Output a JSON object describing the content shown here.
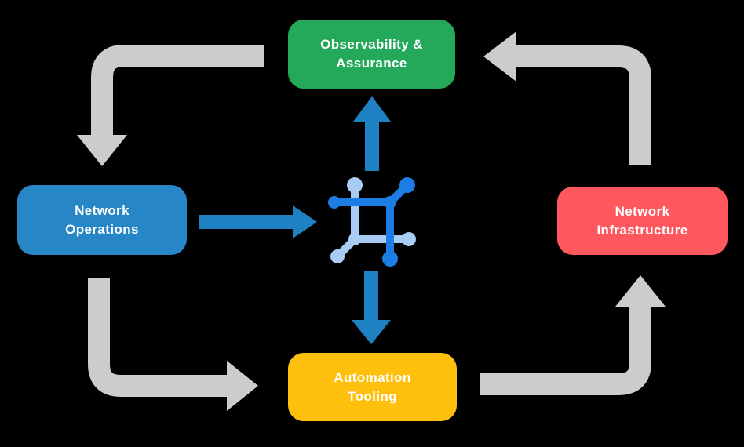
{
  "diagram": {
    "title": "Network automation lifecycle diagram",
    "background": "#000000"
  },
  "colors": {
    "node_green": "#24a85a",
    "node_blue": "#2786c5",
    "node_red": "#fe575d",
    "node_yellow": "#fec00d",
    "label_text": "#ffffff",
    "arrow_gray": "#cccccc",
    "arrow_blue": "#1e81c4",
    "icon_dark_blue": "#1e7de4",
    "icon_light_blue": "#a9ccf5"
  },
  "nodes": {
    "observability": {
      "line1": "Observability &",
      "line2": "Assurance"
    },
    "operations": {
      "line1": "Network",
      "line2": "Operations"
    },
    "infrastructure": {
      "line1": "Network",
      "line2": "Infrastructure"
    },
    "automation": {
      "line1": "Automation",
      "line2": "Tooling"
    }
  },
  "icon": {
    "name": "network-automation-icon"
  },
  "arrows": {
    "gray_cycle": [
      {
        "from": "observability",
        "to": "operations"
      },
      {
        "from": "operations",
        "to": "automation"
      },
      {
        "from": "automation",
        "to": "infrastructure"
      },
      {
        "from": "infrastructure",
        "to": "observability"
      }
    ],
    "blue": [
      {
        "from": "operations",
        "to": "center"
      },
      {
        "from": "center",
        "to": "observability"
      },
      {
        "from": "center",
        "to": "automation"
      }
    ]
  }
}
